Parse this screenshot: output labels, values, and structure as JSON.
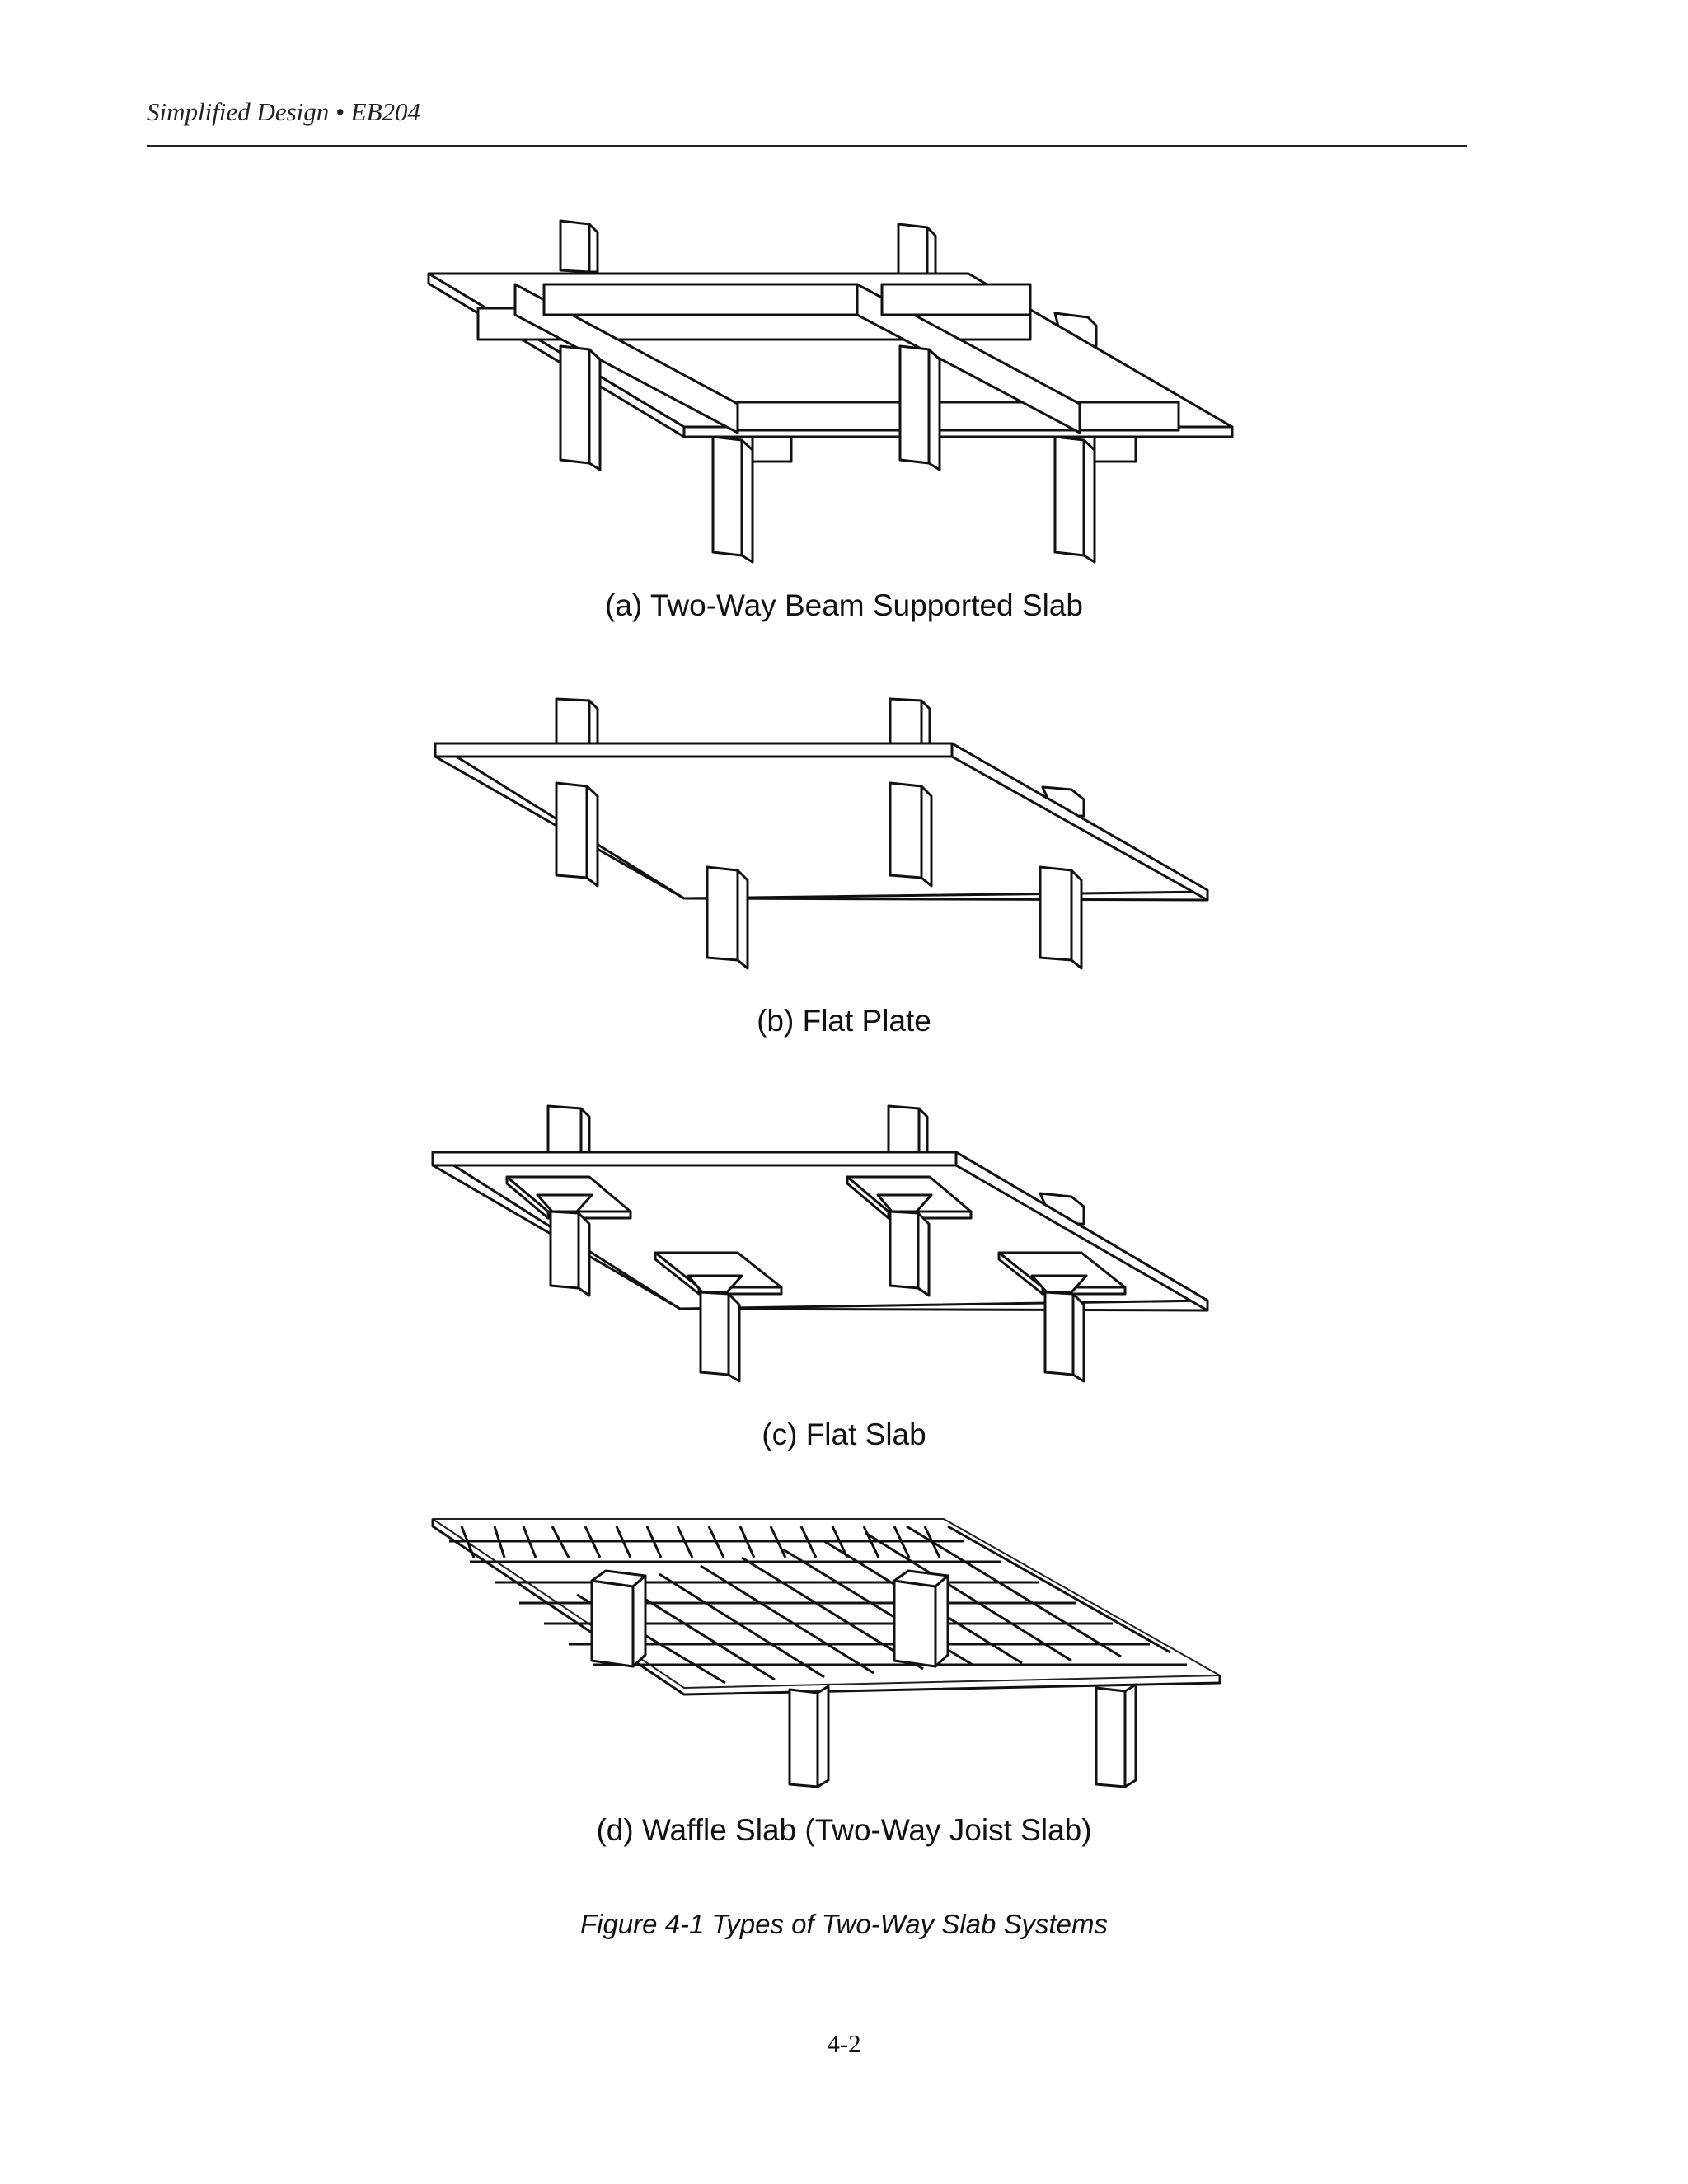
{
  "header": {
    "running_head": "Simplified Design • EB204"
  },
  "figures": [
    {
      "caption": "(a) Two-Way Beam Supported Slab"
    },
    {
      "caption": "(b) Flat Plate"
    },
    {
      "caption": "(c) Flat Slab"
    },
    {
      "caption": "(d) Waffle Slab (Two-Way Joist Slab)"
    }
  ],
  "figure_title": "Figure 4-1 Types of Two-Way Slab Systems",
  "footer": {
    "page_number": "4-2"
  }
}
